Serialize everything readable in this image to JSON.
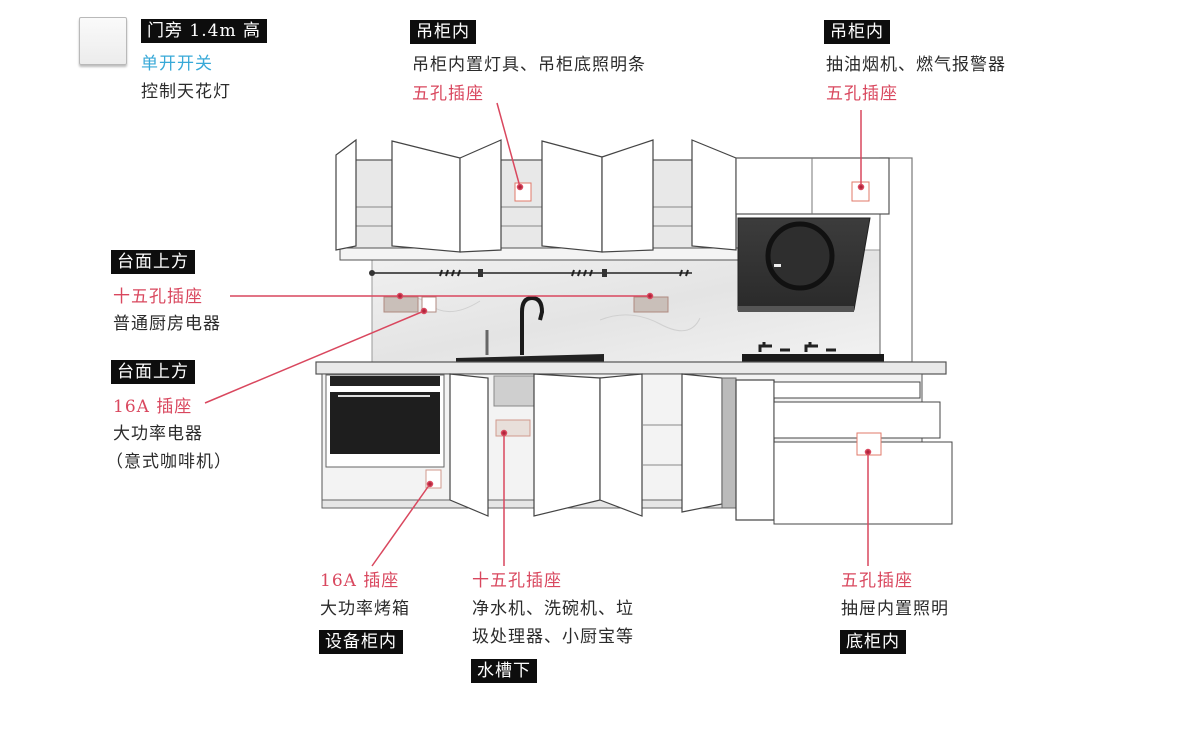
{
  "switch": {
    "icon": "wall-switch-icon",
    "tag": "门旁 1.4m 高",
    "type": "单开开关",
    "desc": "控制天花灯"
  },
  "callouts": {
    "upper_cabinet_left": {
      "tag": "吊柜内",
      "desc": "吊柜内置灯具、吊柜底照明条",
      "socket": "五孔插座"
    },
    "upper_cabinet_right": {
      "tag": "吊柜内",
      "desc": "抽油烟机、燃气报警器",
      "socket": "五孔插座"
    },
    "countertop_15hole": {
      "tag": "台面上方",
      "socket": "十五孔插座",
      "desc": "普通厨房电器"
    },
    "countertop_16a": {
      "tag": "台面上方",
      "socket": "16A 插座",
      "desc_lines": [
        "大功率电器",
        "（意式咖啡机）"
      ]
    },
    "oven_cabinet": {
      "socket": "16A 插座",
      "desc": "大功率烤箱",
      "tag": "设备柜内"
    },
    "under_sink": {
      "socket": "十五孔插座",
      "desc_lines": [
        "净水机、洗碗机、垃",
        "圾处理器、小厨宝等"
      ],
      "tag": "水槽下"
    },
    "base_cabinet": {
      "socket": "五孔插座",
      "desc": "抽屉内置照明",
      "tag": "底柜内"
    }
  },
  "colors": {
    "socket_label": "#d9475e",
    "switch_label": "#38a9d8",
    "tag_bg": "#0d0d0d",
    "leader_line": "#d9475e"
  }
}
